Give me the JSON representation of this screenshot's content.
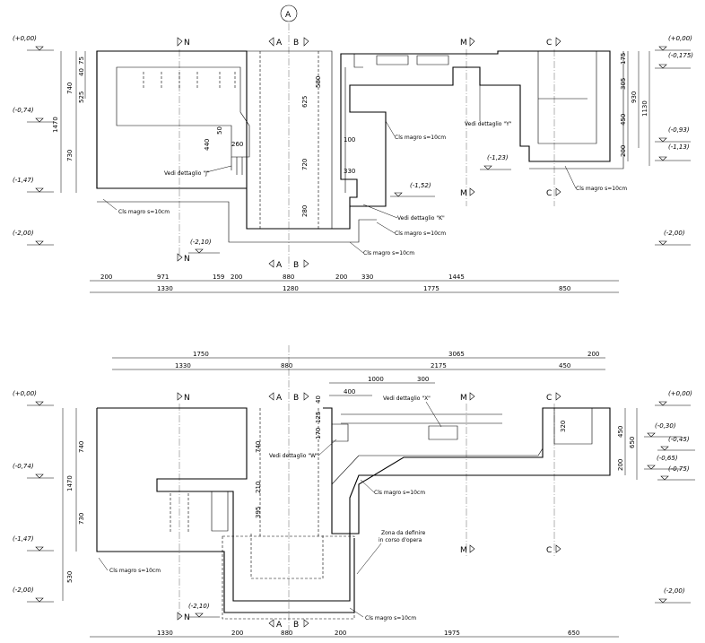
{
  "axis_bubble": "A",
  "section_labels": {
    "N": "N",
    "A": "A",
    "B": "B",
    "M": "M",
    "C": "C"
  },
  "plan_top": {
    "elevations": {
      "left": [
        "(+0,00)",
        "(-0,74)",
        "(-1,47)",
        "(-2,00)"
      ],
      "right": [
        "(+0,00)",
        "(-0,175)",
        "(-0,93)",
        "(-1,13)",
        "(-2,00)"
      ],
      "inner": [
        "(-2,10)",
        "(-1,52)",
        "(-1,23)"
      ]
    },
    "vdims_left": [
      "75",
      "40",
      "525",
      "740",
      "730",
      "1470"
    ],
    "vdims_right": [
      "175",
      "305",
      "450",
      "200",
      "930",
      "1130"
    ],
    "inner_dims": [
      "440",
      "50",
      "260",
      "580",
      "625",
      "100",
      "720",
      "330",
      "280"
    ],
    "hdims_row1": [
      "200",
      "971",
      "159",
      "200",
      "880",
      "200",
      "330",
      "1445"
    ],
    "hdims_row2": [
      "1330",
      "1280",
      "1775",
      "850"
    ],
    "notes": {
      "detail_j": "Vedi dettaglio \"J\"",
      "detail_y": "Vedi dettaglio \"Y\"",
      "detail_k": "Vedi dettaglio \"K\"",
      "cls_left": "Cls magro s=10cm",
      "cls_mid1": "Cls magro s=10cm",
      "cls_mid2": "Cls magro s=10cm",
      "cls_mid3": "Cls magro s=10cm",
      "cls_right": "Cls magro s=10cm"
    }
  },
  "plan_bottom": {
    "hdims_top1": [
      "1750",
      "3065",
      "200"
    ],
    "hdims_top2": [
      "1330",
      "880",
      "2175",
      "450"
    ],
    "hdims_top3": [
      "1000",
      "300"
    ],
    "hdims_top4": [
      "400"
    ],
    "elevations": {
      "left": [
        "(+0,00)",
        "(-0,74)",
        "(-1,47)",
        "(-2,00)"
      ],
      "right": [
        "(+0,00)",
        "(-0,30)",
        "(-0,45)",
        "(-0,65)",
        "(-0,75)",
        "(-2,00)"
      ],
      "inner": [
        "(-2,10)"
      ]
    },
    "vdims_left": [
      "740",
      "730",
      "1470",
      "530"
    ],
    "vdims_right": [
      "450",
      "650",
      "200"
    ],
    "inner_dims": [
      "40",
      "125",
      "170",
      "740",
      "320",
      "210",
      "395"
    ],
    "hdims_bottom": [
      "1330",
      "200",
      "880",
      "200",
      "1975",
      "650"
    ],
    "notes": {
      "detail_x": "Vedi dettaglio \"X\"",
      "detail_w": "Vedi dettaglio \"W\"",
      "cls_mid": "Cls magro s=10cm",
      "cls_left": "Cls magro s=10cm",
      "cls_bottom": "Cls magro s=10cm",
      "zone_line1": "Zona da definire",
      "zone_line2": "in corso d'opera"
    }
  }
}
